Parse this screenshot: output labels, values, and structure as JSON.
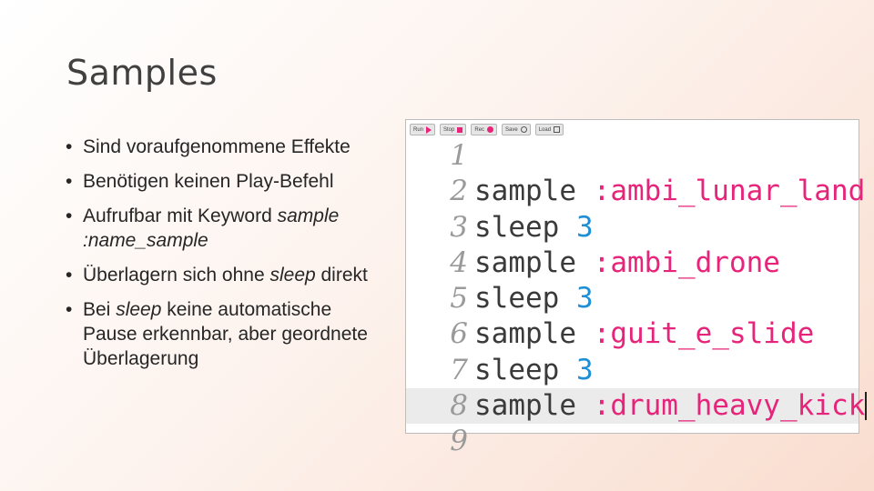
{
  "slide": {
    "title": "Samples",
    "bullets": [
      {
        "parts": [
          {
            "text": "Sind voraufgenommene Effekte",
            "italic": false
          }
        ]
      },
      {
        "parts": [
          {
            "text": "Benötigen keinen Play-Befehl",
            "italic": false
          }
        ]
      },
      {
        "parts": [
          {
            "text": "Aufrufbar mit Keyword ",
            "italic": false
          },
          {
            "text": "sample :name_sample",
            "italic": true
          }
        ]
      },
      {
        "parts": [
          {
            "text": "Überlagern sich ohne ",
            "italic": false
          },
          {
            "text": "sleep",
            "italic": true
          },
          {
            "text": " direkt",
            "italic": false
          }
        ]
      },
      {
        "parts": [
          {
            "text": "Bei ",
            "italic": false
          },
          {
            "text": "sleep",
            "italic": true
          },
          {
            "text": " keine automatische Pause erkennbar, aber geordnete Überlagerung",
            "italic": false
          }
        ]
      }
    ]
  },
  "editor": {
    "toolbar": [
      {
        "label": "Run",
        "icon": "play-icon"
      },
      {
        "label": "Stop",
        "icon": "stop-icon"
      },
      {
        "label": "Rec",
        "icon": "record-icon"
      },
      {
        "label": "Save",
        "icon": "save-icon"
      },
      {
        "label": "Load",
        "icon": "load-icon"
      }
    ],
    "lines": [
      {
        "num": "1",
        "tokens": []
      },
      {
        "num": "2",
        "tokens": [
          {
            "t": "sample ",
            "c": "kw"
          },
          {
            "t": ":ambi_lunar_land",
            "c": "sym"
          }
        ]
      },
      {
        "num": "3",
        "tokens": [
          {
            "t": "sleep ",
            "c": "kw"
          },
          {
            "t": "3",
            "c": "num"
          }
        ]
      },
      {
        "num": "4",
        "tokens": [
          {
            "t": "sample ",
            "c": "kw"
          },
          {
            "t": ":ambi_drone",
            "c": "sym"
          }
        ]
      },
      {
        "num": "5",
        "tokens": [
          {
            "t": "sleep ",
            "c": "kw"
          },
          {
            "t": "3",
            "c": "num"
          }
        ]
      },
      {
        "num": "6",
        "tokens": [
          {
            "t": "sample ",
            "c": "kw"
          },
          {
            "t": ":guit_e_slide",
            "c": "sym"
          }
        ]
      },
      {
        "num": "7",
        "tokens": [
          {
            "t": "sleep ",
            "c": "kw"
          },
          {
            "t": "3",
            "c": "num"
          }
        ]
      },
      {
        "num": "8",
        "tokens": [
          {
            "t": "sample ",
            "c": "kw"
          },
          {
            "t": ":drum_heavy_kick",
            "c": "sym"
          }
        ],
        "highlight": true,
        "cursor": true
      },
      {
        "num": "9",
        "tokens": []
      }
    ]
  }
}
